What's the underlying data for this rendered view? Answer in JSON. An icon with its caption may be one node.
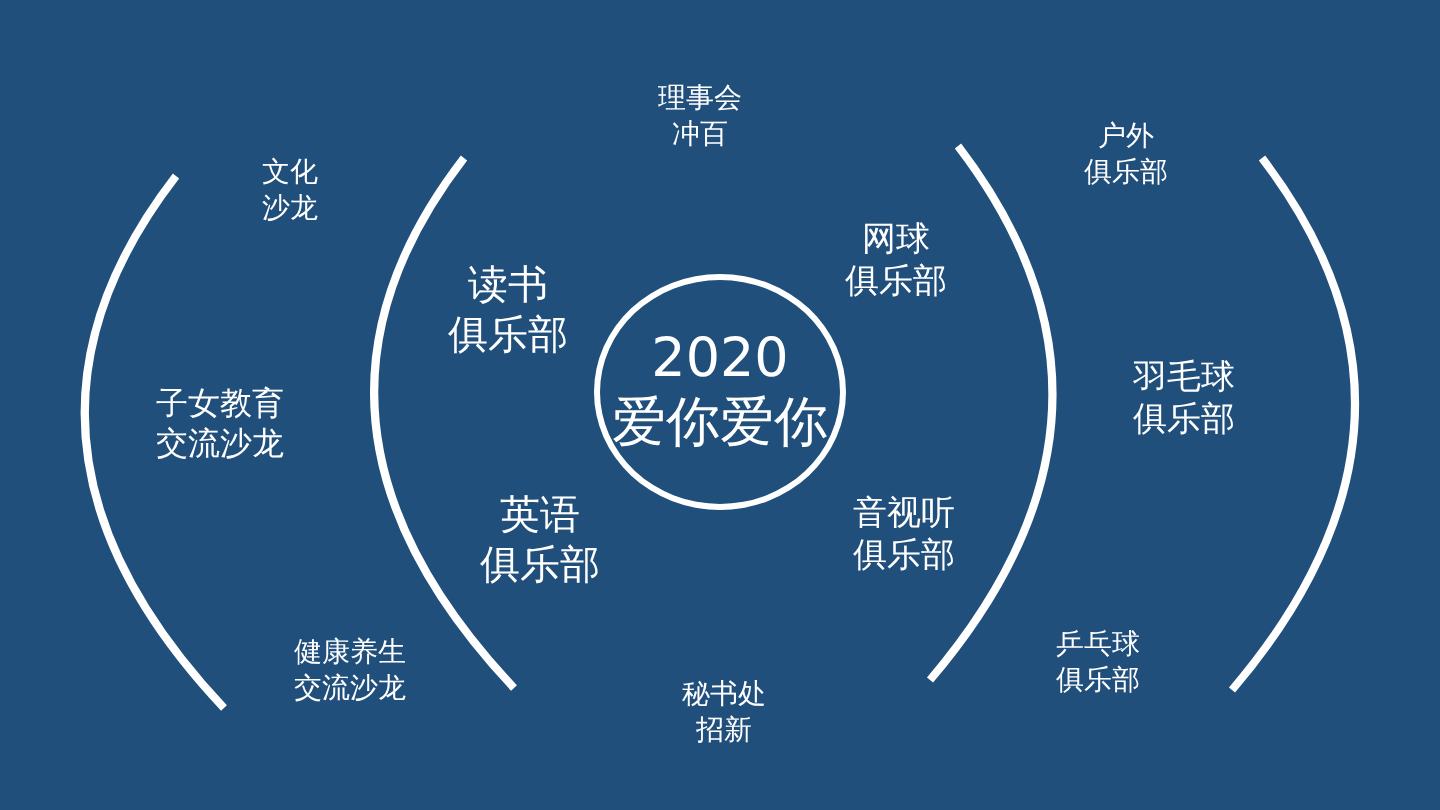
{
  "diagram": {
    "nodes": [
      {
        "text": [
          "2020爱你爱你"
        ]
      }
    ],
    "labels": [
      "理事会冲百",
      "文化沙龙",
      "户外俱乐部",
      "读书俱乐部",
      "网球俱乐部",
      "子女教育交流沙龙",
      "羽毛球俱乐部",
      "英语俱乐部",
      "音视听俱乐部",
      "健康养生交流沙龙",
      "乒乓球俱乐部",
      "秘书处招新"
    ]
  }
}
